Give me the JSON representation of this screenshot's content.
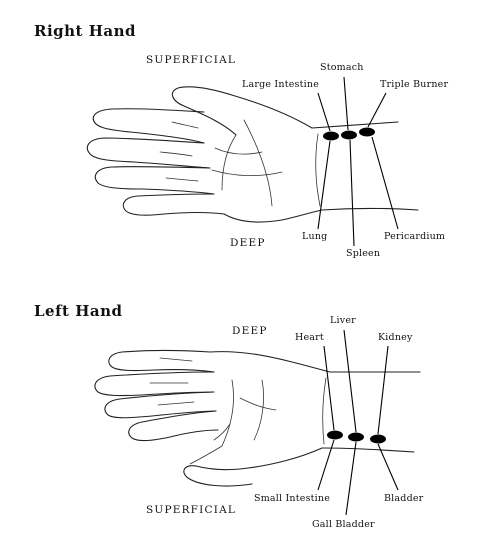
{
  "diagrams": [
    {
      "title": "Right Hand",
      "top_layer": "SUPERFICIAL",
      "bottom_layer": "DEEP",
      "top_labels": [
        "Large Intestine",
        "Stomach",
        "Triple Burner"
      ],
      "bottom_labels": [
        "Lung",
        "Spleen",
        "Pericardium"
      ]
    },
    {
      "title": "Left Hand",
      "top_layer": "DEEP",
      "bottom_layer": "SUPERFICIAL",
      "top_labels": [
        "Heart",
        "Liver",
        "Kidney"
      ],
      "bottom_labels": [
        "Small Intestine",
        "Gall Bladder",
        "Bladder"
      ]
    }
  ],
  "colors": {
    "ink": "#000000",
    "background": "#ffffff"
  }
}
